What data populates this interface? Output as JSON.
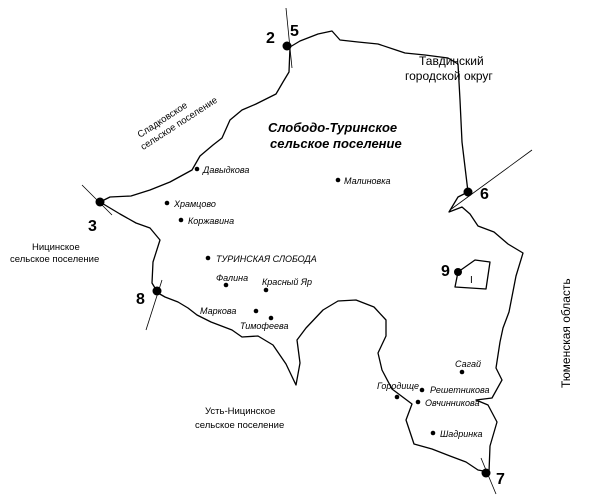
{
  "map": {
    "main_region": {
      "line1": "Слободо-Туринское",
      "line2": "сельское поселение"
    },
    "neighbors": {
      "tavda": {
        "line1": "Тавдинский",
        "line2": "городской округ"
      },
      "sladkovo": {
        "line1": "Сладковское",
        "line2": "сельское поселение"
      },
      "nitsinsk": {
        "line1": "Ницинское",
        "line2": "сельское поселение"
      },
      "ust_nitsinsk": {
        "line1": "Усть-Ницинское",
        "line2": "сельское поселение"
      },
      "tyumen": {
        "label": "Тюменская область"
      }
    },
    "points": [
      "2",
      "5",
      "6",
      "3",
      "9",
      "8",
      "7"
    ],
    "enclave_label": "I",
    "villages": [
      "Давыдкова",
      "Малиновка",
      "Храмцово",
      "Коржавина",
      "ТУРИНСКАЯ СЛОБОДА",
      "Фалина",
      "Красный Яр",
      "Маркова",
      "Тимофеева",
      "Сагай",
      "Городище",
      "Решетникова",
      "Овчинникова",
      "Шадринка"
    ]
  }
}
